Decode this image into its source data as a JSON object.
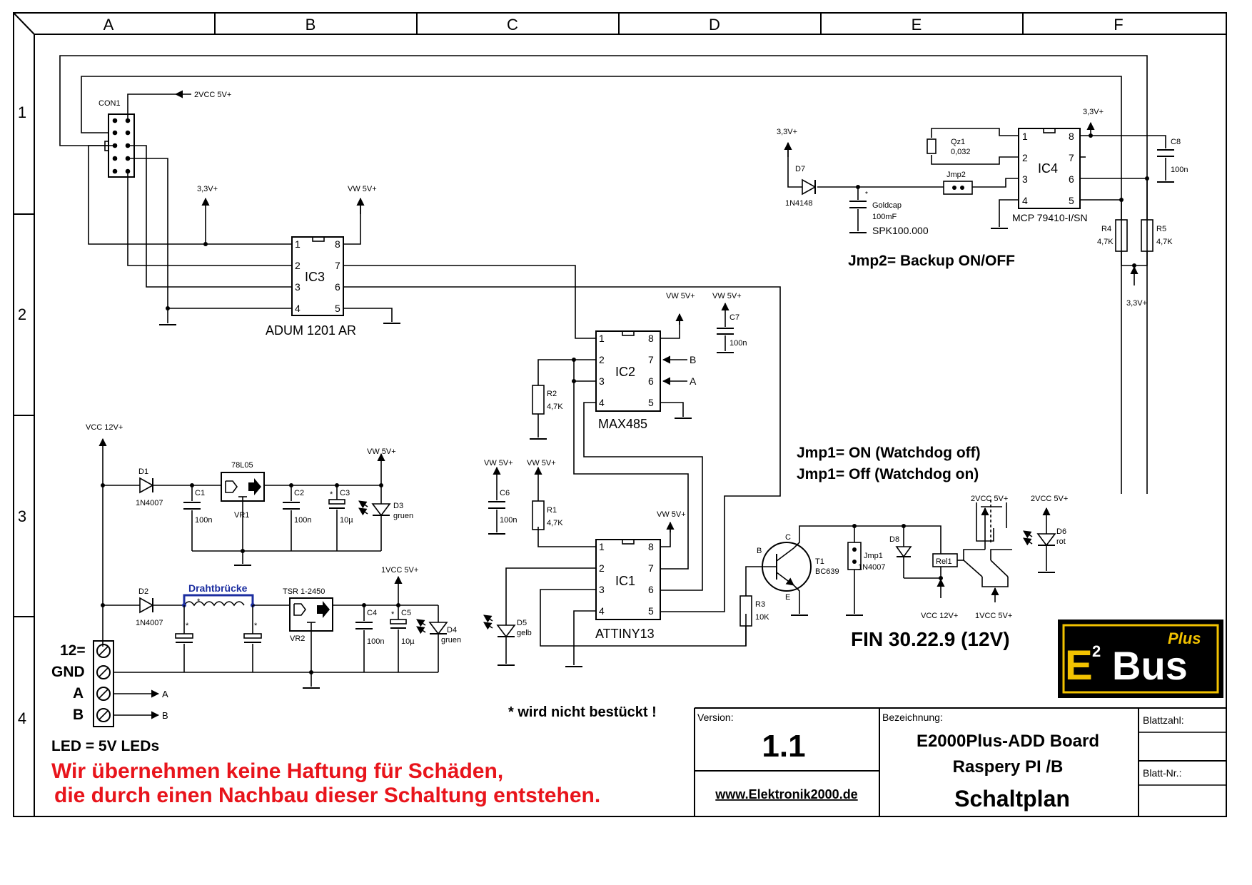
{
  "frame": {
    "columns": [
      "A",
      "B",
      "C",
      "D",
      "E",
      "F"
    ],
    "rows": [
      "1",
      "2",
      "3",
      "4"
    ]
  },
  "components": {
    "con1": "CON1",
    "vcc2": "2VCC 5V+",
    "v33": "3,3V+",
    "vw5": "VW 5V+",
    "vcc12": "VCC 12V+",
    "vcc1": "1VCC 5V+",
    "ic3": {
      "name": "IC3",
      "part": "ADUM 1201 AR",
      "pins_left": [
        "1",
        "2",
        "3",
        "4"
      ],
      "pins_right": [
        "8",
        "7",
        "6",
        "5"
      ]
    },
    "ic2": {
      "name": "IC2",
      "part": "MAX485",
      "pins_left": [
        "1",
        "2",
        "3",
        "4"
      ],
      "pins_right": [
        "8",
        "7",
        "6",
        "5"
      ],
      "sig_b": "B",
      "sig_a": "A"
    },
    "ic1": {
      "name": "IC1",
      "part": "ATTINY13",
      "pins_left": [
        "1",
        "2",
        "3",
        "4"
      ],
      "pins_right": [
        "8",
        "7",
        "6",
        "5"
      ]
    },
    "ic4": {
      "name": "IC4",
      "part": "MCP 79410-I/SN",
      "pins_left": [
        "1",
        "2",
        "3",
        "4"
      ],
      "pins_right": [
        "8",
        "7",
        "6",
        "5"
      ]
    },
    "d7": {
      "name": "D7",
      "part": "1N4148"
    },
    "goldcap": {
      "name": "Goldcap",
      "value": "100mF",
      "part": "SPK100.000"
    },
    "jmp2": "Jmp2",
    "qz1": {
      "name": "Qz1",
      "value": "0,032"
    },
    "c8": {
      "name": "C8",
      "value": "100n"
    },
    "r4": {
      "name": "R4",
      "value": "4,7K"
    },
    "r5": {
      "name": "R5",
      "value": "4,7K"
    },
    "jmp2_note": "Jmp2= Backup ON/OFF",
    "c7": {
      "name": "C7",
      "value": "100n"
    },
    "r2": {
      "name": "R2",
      "value": "4,7K"
    },
    "c6": {
      "name": "C6",
      "value": "100n"
    },
    "r1": {
      "name": "R1",
      "value": "4,7K"
    },
    "d5": {
      "name": "D5",
      "color": "gelb"
    },
    "d1": {
      "name": "D1",
      "part": "1N4007"
    },
    "c1": {
      "name": "C1",
      "value": "100n"
    },
    "vr1": {
      "name": "VR1",
      "part": "78L05"
    },
    "c2": {
      "name": "C2",
      "value": "100n"
    },
    "c3": {
      "name": "C3",
      "value": "10µ"
    },
    "d3": {
      "name": "D3",
      "color": "gruen"
    },
    "d2": {
      "name": "D2",
      "part": "1N4007"
    },
    "drahtbruecke": "Drahtbrücke",
    "vr2": {
      "name": "VR2",
      "part": "TSR 1-2450"
    },
    "c4": {
      "name": "C4",
      "value": "100n"
    },
    "c5": {
      "name": "C5",
      "value": "10µ"
    },
    "d4": {
      "name": "D4",
      "color": "gruen"
    },
    "jmp1_on": "Jmp1= ON (Watchdog off)",
    "jmp1_off": "Jmp1= Off (Watchdog on)",
    "t1": {
      "name": "T1",
      "part": "BC639",
      "b": "B",
      "c": "C",
      "e": "E"
    },
    "r3": {
      "name": "R3",
      "value": "10K"
    },
    "jmp1": "Jmp1",
    "d8": {
      "name": "D8",
      "part": "1N4007"
    },
    "rel1": "Rel1",
    "d6": {
      "name": "D6",
      "color": "rot"
    },
    "relay_part": "FIN 30.22.9 (12V)",
    "terminals": [
      "12=",
      "GND",
      "A",
      "B"
    ],
    "term_out_a": "A",
    "term_out_b": "B",
    "star": "*"
  },
  "notes": {
    "not_fitted": "* wird nicht bestückt !",
    "led": "LED = 5V LEDs",
    "warning1": "Wir übernehmen keine Haftung für Schäden,",
    "warning2": "die durch einen Nachbau dieser Schaltung entstehen."
  },
  "title_block": {
    "version_label": "Version:",
    "version": "1.1",
    "website": "www.Elektronik2000.de",
    "bezeichnung_label": "Bezeichnung:",
    "title1": "E2000Plus-ADD Board",
    "title2": "Raspery PI /B",
    "title3": "Schaltplan",
    "blattzahl_label": "Blattzahl:",
    "blattnr_label": "Blatt-Nr.:"
  },
  "logo": {
    "text_e": "E",
    "sup": "2",
    "text_bus": "Bus",
    "plus": "Plus"
  },
  "colors": {
    "warning": "#e8141b",
    "bridge": "#1c2ea0",
    "logo_bg": "#000000",
    "logo_gold": "#f2c200"
  }
}
